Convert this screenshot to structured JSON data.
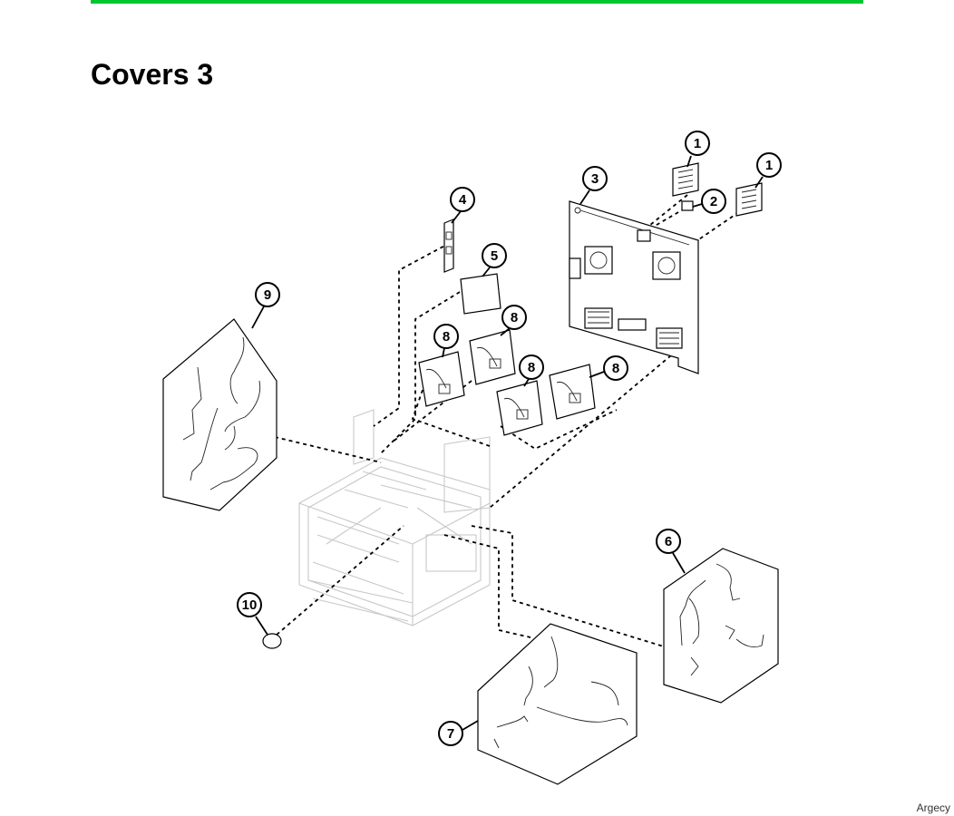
{
  "page": {
    "title": "Covers 3",
    "watermark": "Argecy",
    "accent_color": "#00c632"
  },
  "callouts": [
    {
      "id": "c1a",
      "label": "1"
    },
    {
      "id": "c1b",
      "label": "1"
    },
    {
      "id": "c2",
      "label": "2"
    },
    {
      "id": "c3",
      "label": "3"
    },
    {
      "id": "c4",
      "label": "4"
    },
    {
      "id": "c5",
      "label": "5"
    },
    {
      "id": "c8a",
      "label": "8"
    },
    {
      "id": "c8b",
      "label": "8"
    },
    {
      "id": "c8c",
      "label": "8"
    },
    {
      "id": "c8d",
      "label": "8"
    },
    {
      "id": "c9",
      "label": "9"
    },
    {
      "id": "c10",
      "label": "10"
    },
    {
      "id": "c6",
      "label": "6"
    },
    {
      "id": "c7",
      "label": "7"
    }
  ]
}
